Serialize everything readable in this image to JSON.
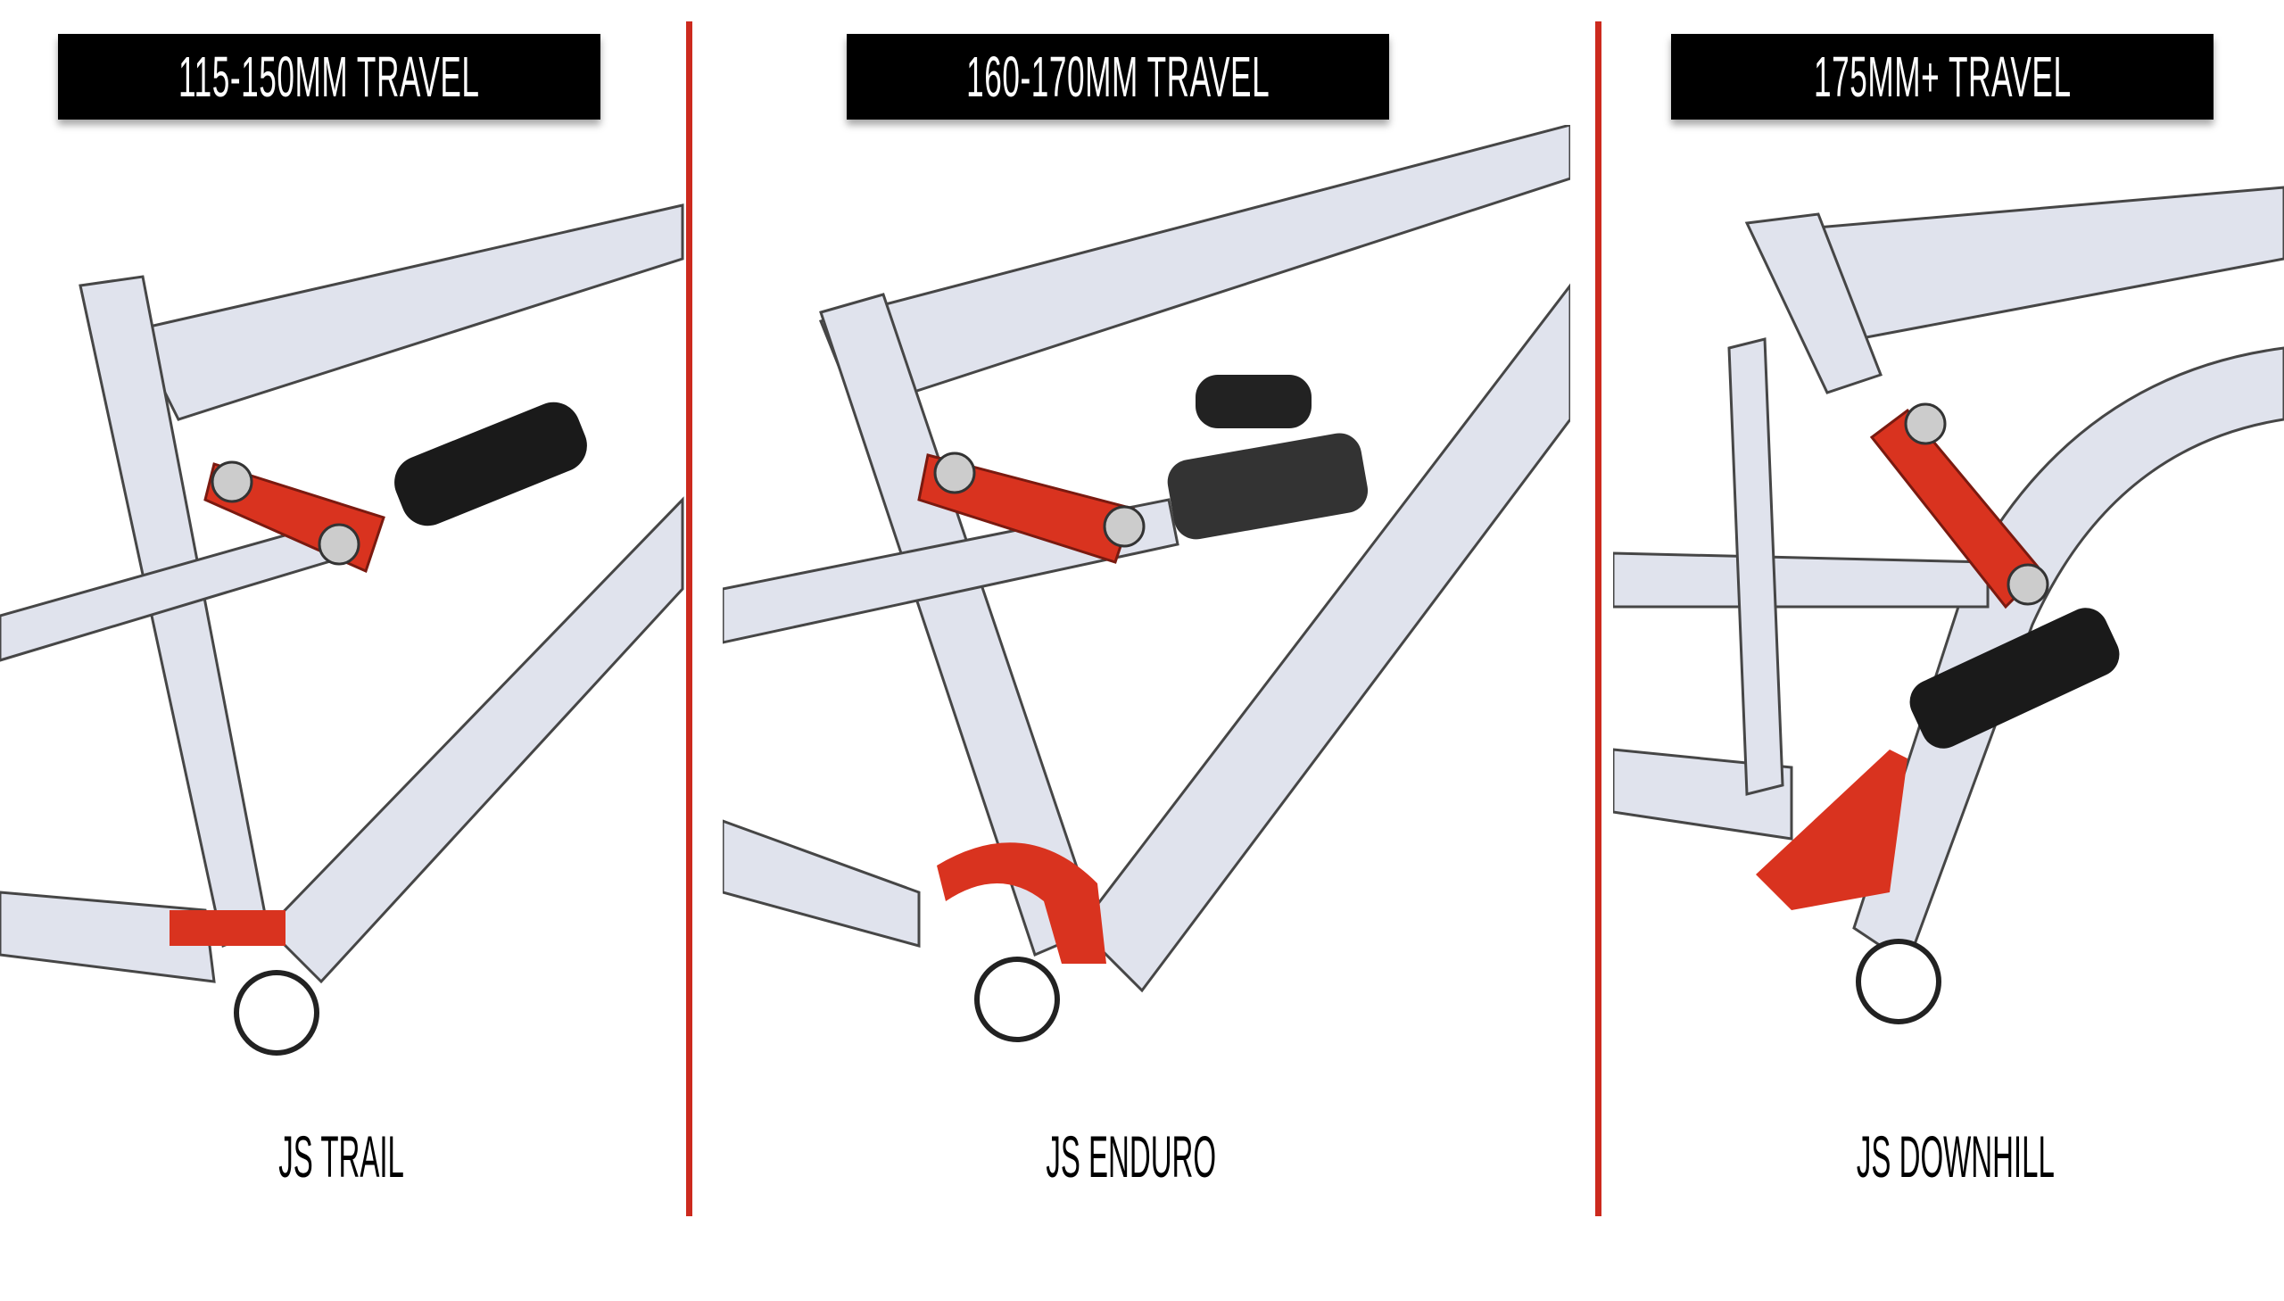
{
  "panels": [
    {
      "travel": "115-150MM TRAVEL",
      "name": "JS TRAIL"
    },
    {
      "travel": "160-170MM TRAVEL",
      "name": "JS ENDURO"
    },
    {
      "travel": "175MM+ TRAVEL",
      "name": "JS DOWNHILL"
    }
  ],
  "colors": {
    "divider": "#cc2a1e",
    "linkage": "#d9331f",
    "frame": "#d8dbe8",
    "shock": "#1a1a1a"
  }
}
